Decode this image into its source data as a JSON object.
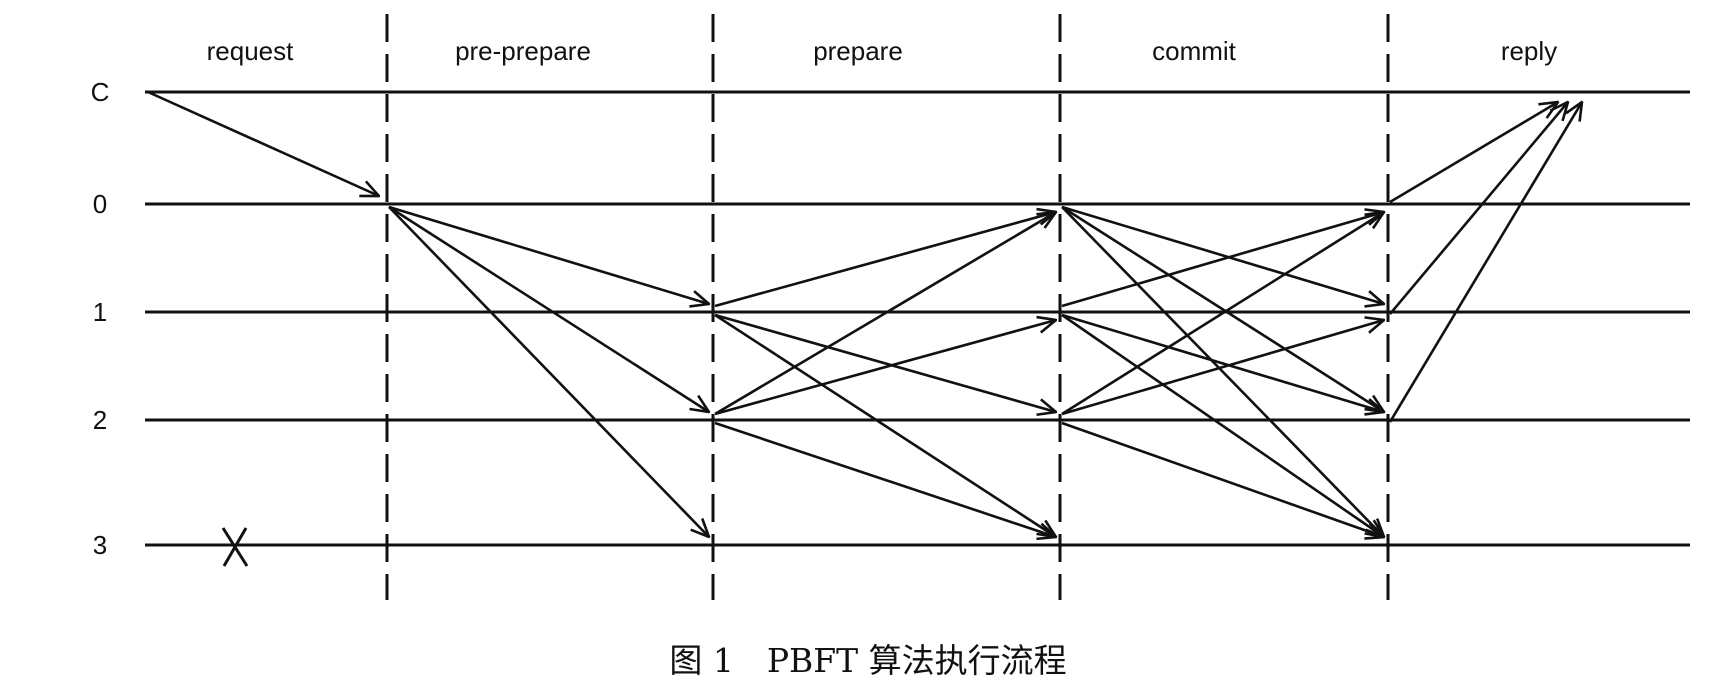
{
  "phases": [
    {
      "id": "request",
      "label": "request"
    },
    {
      "id": "pre-prepare",
      "label": "pre-prepare"
    },
    {
      "id": "prepare",
      "label": "prepare"
    },
    {
      "id": "commit",
      "label": "commit"
    },
    {
      "id": "reply",
      "label": "reply"
    }
  ],
  "nodes": [
    {
      "id": "C",
      "label": "C"
    },
    {
      "id": "0",
      "label": "0"
    },
    {
      "id": "1",
      "label": "1"
    },
    {
      "id": "2",
      "label": "2"
    },
    {
      "id": "3",
      "label": "3"
    }
  ],
  "failed_node": "3",
  "messages": [
    {
      "phase": "request",
      "from": "C",
      "to": "0"
    },
    {
      "phase": "pre-prepare",
      "from": "0",
      "to": "1"
    },
    {
      "phase": "pre-prepare",
      "from": "0",
      "to": "2"
    },
    {
      "phase": "pre-prepare",
      "from": "0",
      "to": "3"
    },
    {
      "phase": "prepare",
      "from": "1",
      "to": "0"
    },
    {
      "phase": "prepare",
      "from": "1",
      "to": "2"
    },
    {
      "phase": "prepare",
      "from": "1",
      "to": "3"
    },
    {
      "phase": "prepare",
      "from": "2",
      "to": "0"
    },
    {
      "phase": "prepare",
      "from": "2",
      "to": "1"
    },
    {
      "phase": "prepare",
      "from": "2",
      "to": "3"
    },
    {
      "phase": "commit",
      "from": "0",
      "to": "1"
    },
    {
      "phase": "commit",
      "from": "0",
      "to": "2"
    },
    {
      "phase": "commit",
      "from": "0",
      "to": "3"
    },
    {
      "phase": "commit",
      "from": "1",
      "to": "0"
    },
    {
      "phase": "commit",
      "from": "1",
      "to": "2"
    },
    {
      "phase": "commit",
      "from": "1",
      "to": "3"
    },
    {
      "phase": "commit",
      "from": "2",
      "to": "0"
    },
    {
      "phase": "commit",
      "from": "2",
      "to": "1"
    },
    {
      "phase": "commit",
      "from": "2",
      "to": "3"
    },
    {
      "phase": "reply",
      "from": "0",
      "to": "C"
    },
    {
      "phase": "reply",
      "from": "1",
      "to": "C"
    },
    {
      "phase": "reply",
      "from": "2",
      "to": "C"
    }
  ],
  "caption": "图 1　PBFT 算法执行流程"
}
